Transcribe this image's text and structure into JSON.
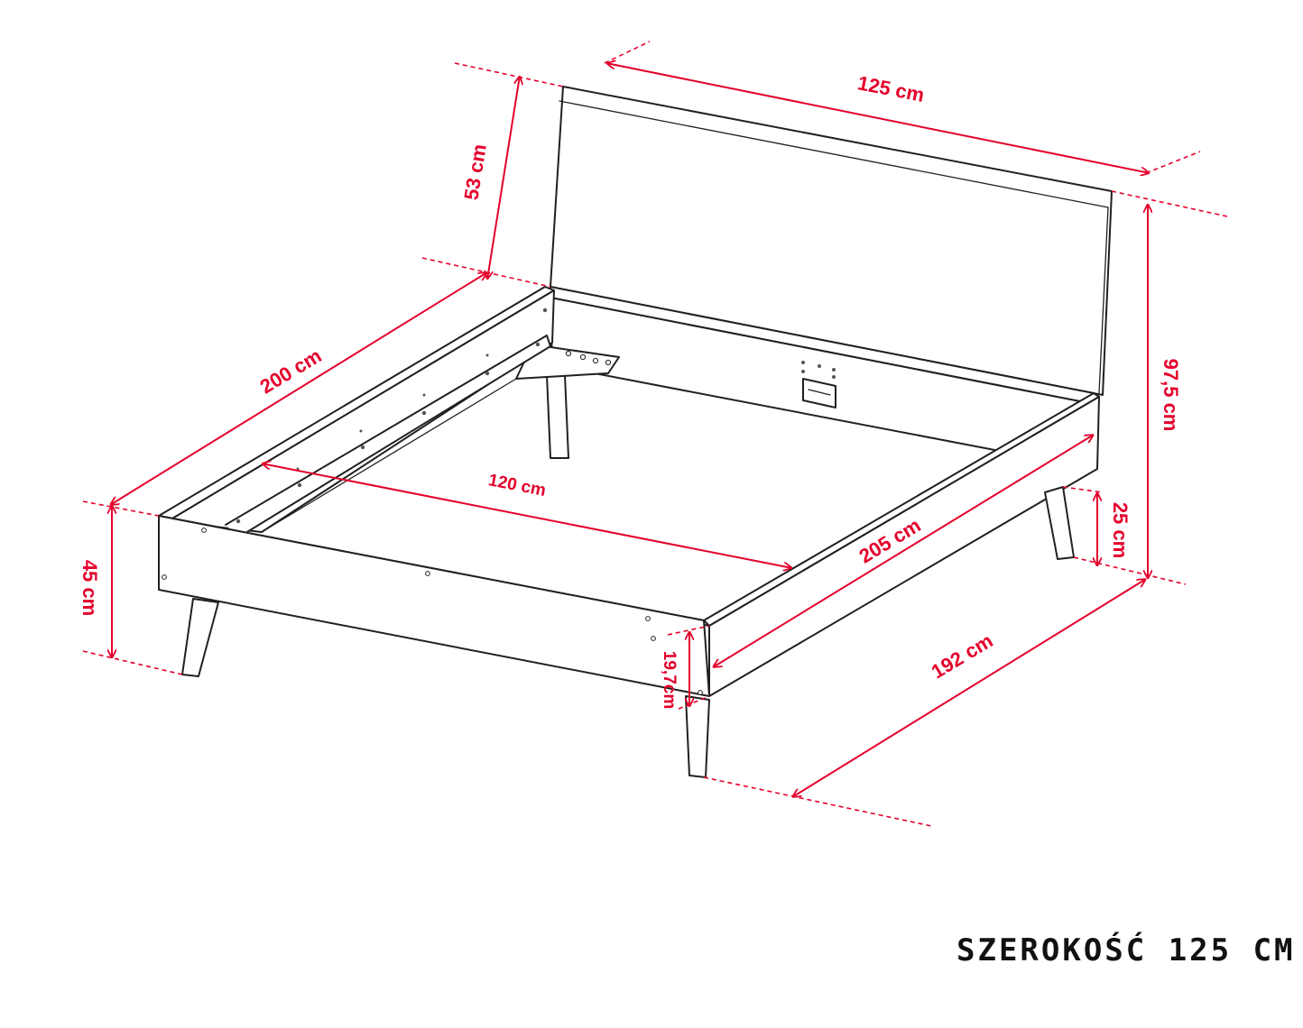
{
  "accent_color": "#e4002b",
  "dimensions": {
    "headboard_width": "125 cm",
    "headboard_height": "53 cm",
    "frame_length": "200 cm",
    "inner_width": "120 cm",
    "overall_length": "205 cm",
    "frame_height": "45 cm",
    "total_height": "97,5 cm",
    "leg_height": "25 cm",
    "side_rail_height": "19,7cm",
    "outer_length": "192 cm"
  },
  "caption": "SZEROKOŚĆ 125 CM"
}
